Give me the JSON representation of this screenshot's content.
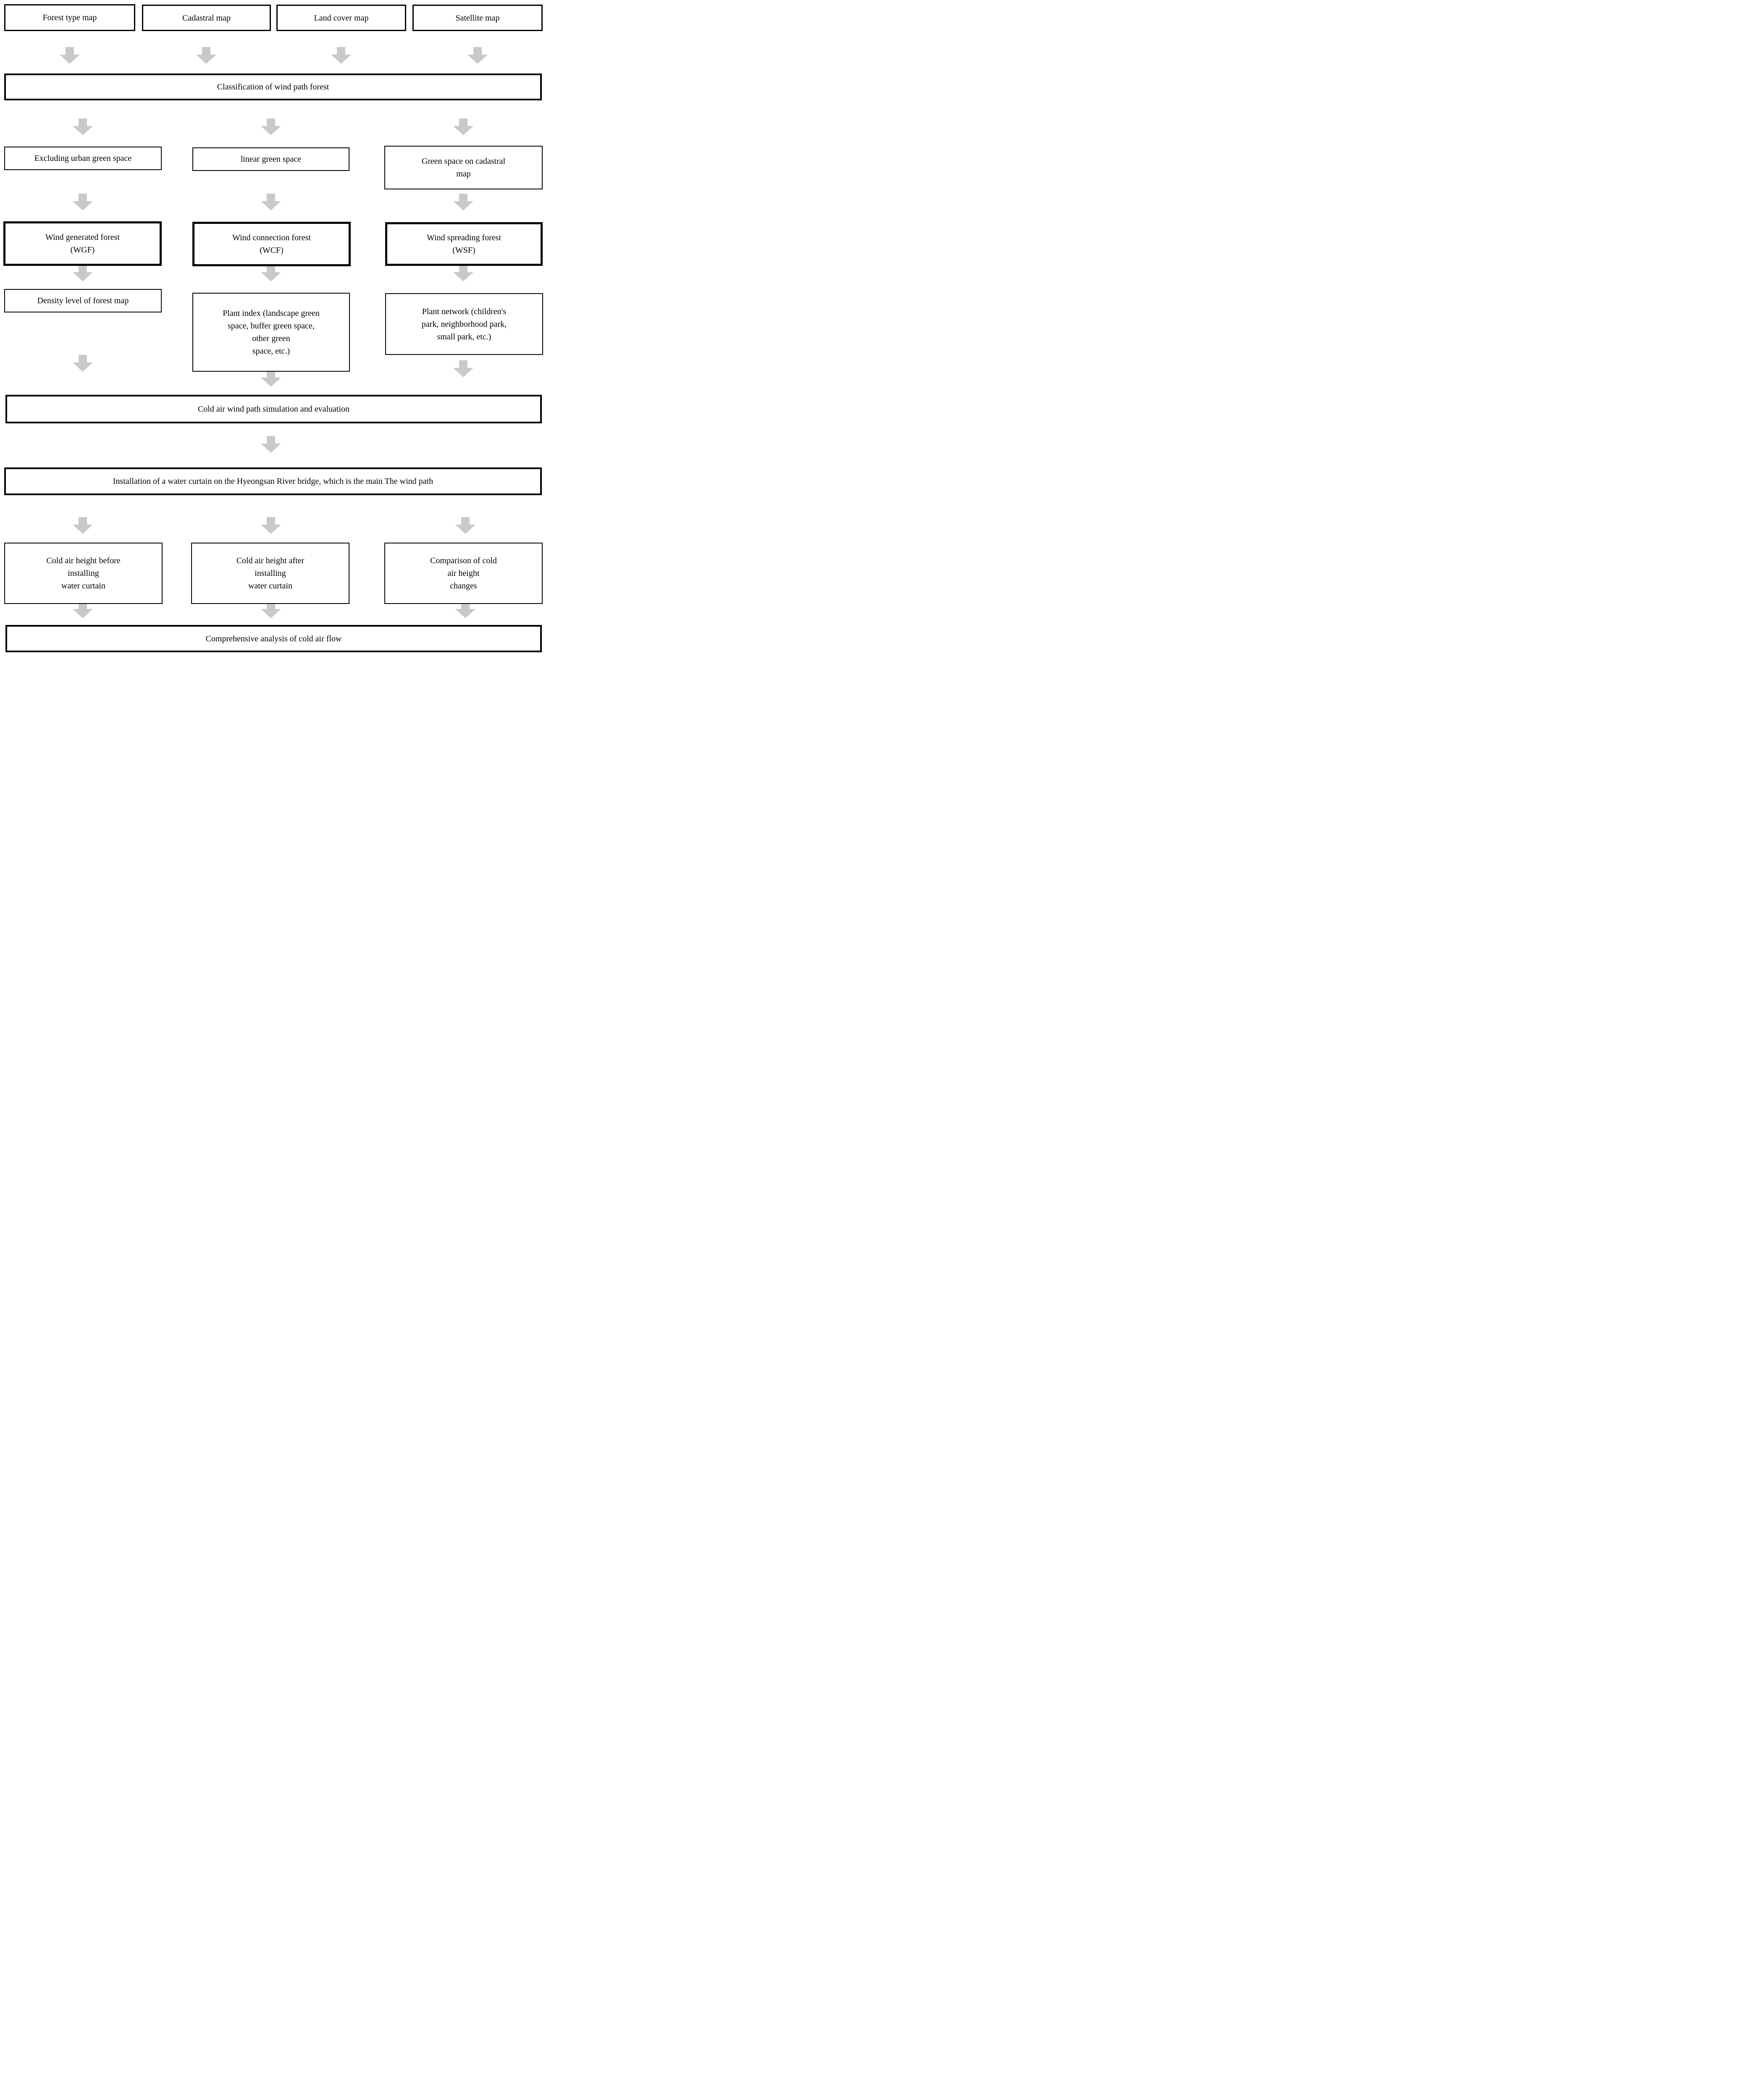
{
  "diagram": {
    "colors": {
      "arrow": "#c9c9c9",
      "border": "#000000",
      "background": "#ffffff",
      "text": "#000000"
    },
    "nodes": {
      "forest_type_map": "Forest type map",
      "cadastral_map": "Cadastral map",
      "land_cover_map": "Land cover map",
      "satellite_map": "Satellite map",
      "classification": "Classification of wind path forest",
      "excluding_urban": "Excluding urban green space",
      "linear_green": "linear green space",
      "green_space_cadastral": "Green space on cadastral\nmap",
      "wgf": "Wind generated forest\n(WGF)",
      "wcf": "Wind connection forest\n(WCF)",
      "wsf": "Wind spreading forest\n(WSF)",
      "density_level": "Density level of forest map",
      "plant_index": "Plant index (landscape green\nspace, buffer green space,\nother green\nspace, etc.)",
      "plant_network": "Plant network (children's\npark, neighborhood park,\nsmall park, etc.)",
      "simulation": "Cold air wind path simulation and evaluation",
      "installation": "Installation of a water curtain on the Hyeongsan River bridge, which is the main The wind path",
      "before_curtain": "Cold air height before\ninstalling\nwater curtain",
      "after_curtain": "Cold air height after\ninstalling\nwater curtain",
      "comparison": "Comparison of cold\nair height\nchanges",
      "comprehensive": "Comprehensive analysis of cold air flow"
    }
  }
}
